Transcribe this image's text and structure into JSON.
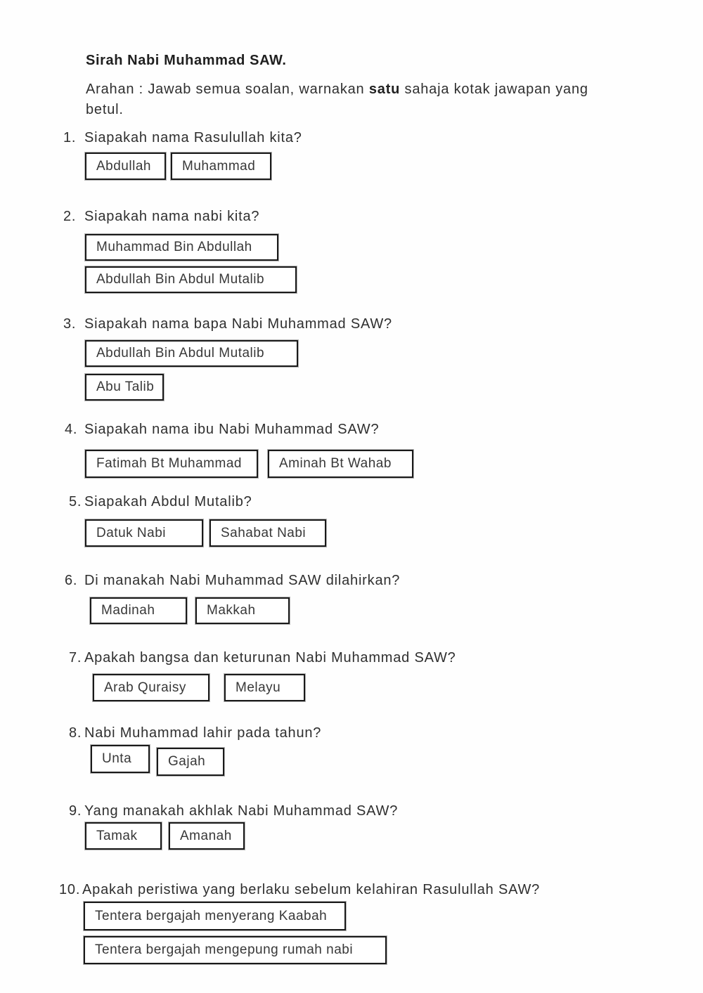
{
  "page": {
    "title": "Sirah Nabi Muhammad SAW.",
    "instruction": {
      "prefix": "Arahan : Jawab semua soalan, warnakan ",
      "bold_word": "satu",
      "suffix": " sahaja kotak jawapan yang",
      "line2": "betul."
    },
    "colors": {
      "ink": "#2d2d2d",
      "box_border": "#1a1a1a",
      "background": "#ffffff"
    }
  },
  "questions": [
    {
      "number": "1.",
      "text": "Siapakah nama Rasulullah kita?",
      "options": [
        {
          "label": "Abdullah"
        },
        {
          "label": "Muhammad"
        }
      ]
    },
    {
      "number": "2.",
      "text": "Siapakah nama nabi kita?",
      "options": [
        {
          "label": "Muhammad Bin Abdullah"
        },
        {
          "label": "Abdullah Bin Abdul Mutalib"
        }
      ]
    },
    {
      "number": "3.",
      "text": "Siapakah nama bapa Nabi Muhammad SAW?",
      "options": [
        {
          "label": "Abdullah Bin Abdul Mutalib"
        },
        {
          "label": "Abu Talib"
        }
      ]
    },
    {
      "number": "4.",
      "text": "Siapakah nama ibu Nabi Muhammad SAW?",
      "options": [
        {
          "label": "Fatimah Bt Muhammad"
        },
        {
          "label": "Aminah Bt Wahab"
        }
      ]
    },
    {
      "number": "5.",
      "text": "Siapakah Abdul Mutalib?",
      "options": [
        {
          "label": "Datuk Nabi"
        },
        {
          "label": "Sahabat Nabi"
        }
      ]
    },
    {
      "number": "6.",
      "text": "Di manakah Nabi Muhammad SAW dilahirkan?",
      "options": [
        {
          "label": "Madinah"
        },
        {
          "label": "Makkah"
        }
      ]
    },
    {
      "number": "7.",
      "text": "Apakah bangsa dan keturunan Nabi Muhammad SAW?",
      "options": [
        {
          "label": "Arab Quraisy"
        },
        {
          "label": "Melayu"
        }
      ]
    },
    {
      "number": "8.",
      "text": "Nabi Muhammad lahir pada tahun?",
      "options": [
        {
          "label": "Unta"
        },
        {
          "label": "Gajah"
        }
      ]
    },
    {
      "number": "9.",
      "text": "Yang manakah akhlak Nabi Muhammad SAW?",
      "options": [
        {
          "label": "Tamak"
        },
        {
          "label": "Amanah"
        }
      ]
    },
    {
      "number": "10.",
      "text": "Apakah peristiwa yang berlaku sebelum kelahiran Rasulullah SAW?",
      "options": [
        {
          "label": "Tentera bergajah menyerang Kaabah"
        },
        {
          "label": "Tentera bergajah mengepung rumah nabi"
        }
      ]
    }
  ]
}
